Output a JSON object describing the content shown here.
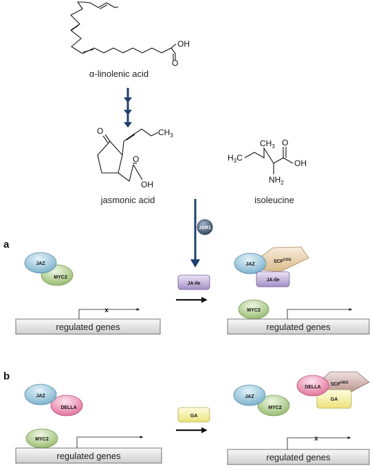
{
  "compounds": {
    "alpha_linolenic_acid": "α-linolenic acid",
    "jasmonic_acid": "jasmonic acid",
    "isoleucine": "isoleucine"
  },
  "atoms": {
    "oh": "OH",
    "o": "O",
    "ch3": "CH",
    "sub3": "3",
    "h3c_h3": "H",
    "h3c_sub": "3",
    "h3c_c": "C",
    "nh": "NH",
    "sub2": "2"
  },
  "enzyme": "JAR1",
  "panel_a": {
    "label": "a",
    "left": {
      "jaz": "JAZ",
      "myc2": "MYC2",
      "genes": "regulated genes",
      "block": "x"
    },
    "middle": {
      "complex": "JA-Ile"
    },
    "right": {
      "jaz": "JAZ",
      "scf": "SCF",
      "scf_sup": "COI1",
      "jaile": "JA-Ile",
      "myc2": "MYC2",
      "genes": "regulated genes"
    }
  },
  "panel_b": {
    "label": "b",
    "left": {
      "jaz": "JAZ",
      "della": "DELLA",
      "myc2": "MYC2",
      "genes": "regulated genes"
    },
    "middle": {
      "complex": "GA"
    },
    "right": {
      "jaz": "JAZ",
      "myc2": "MYC2",
      "della": "DELLA",
      "scf": "SCF",
      "scf_sup": "GID2",
      "ga": "GA",
      "genes": "regulated genes",
      "block": "x"
    }
  },
  "colors": {
    "arrow_blue": "#1f3f6e",
    "jaz_blue": "#8fc4dc",
    "myc2_green": "#a9cc7e",
    "della_pink": "#ef8fb1",
    "jaile_purple": "#c2b2dc",
    "ga_yellow": "#f6f0a2",
    "scf_tan": "#e4cca2",
    "scf_brown": "#caa8a4",
    "gene_box": "#e6e6e6"
  }
}
